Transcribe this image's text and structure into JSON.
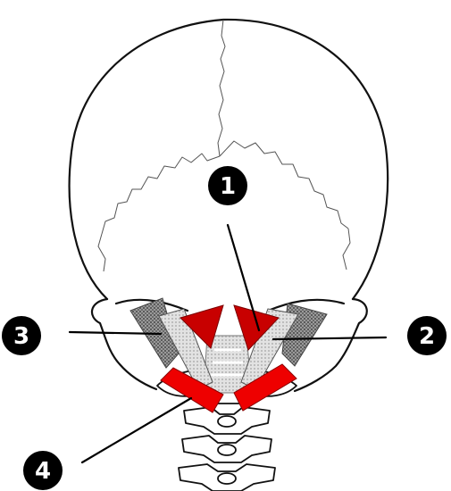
{
  "diagram": {
    "markers": [
      {
        "id": "marker-1",
        "label": "1"
      },
      {
        "id": "marker-2",
        "label": "2"
      },
      {
        "id": "marker-3",
        "label": "3"
      },
      {
        "id": "marker-4",
        "label": "4"
      }
    ],
    "colors": {
      "outline": "#111111",
      "muscle_red": "#e00000",
      "muscle_dark_red": "#c20000",
      "muscle_gray": "#8a8a8a",
      "muscle_light": "#d4d4d4",
      "badge": "#000000",
      "badge_text": "#ffffff"
    }
  }
}
